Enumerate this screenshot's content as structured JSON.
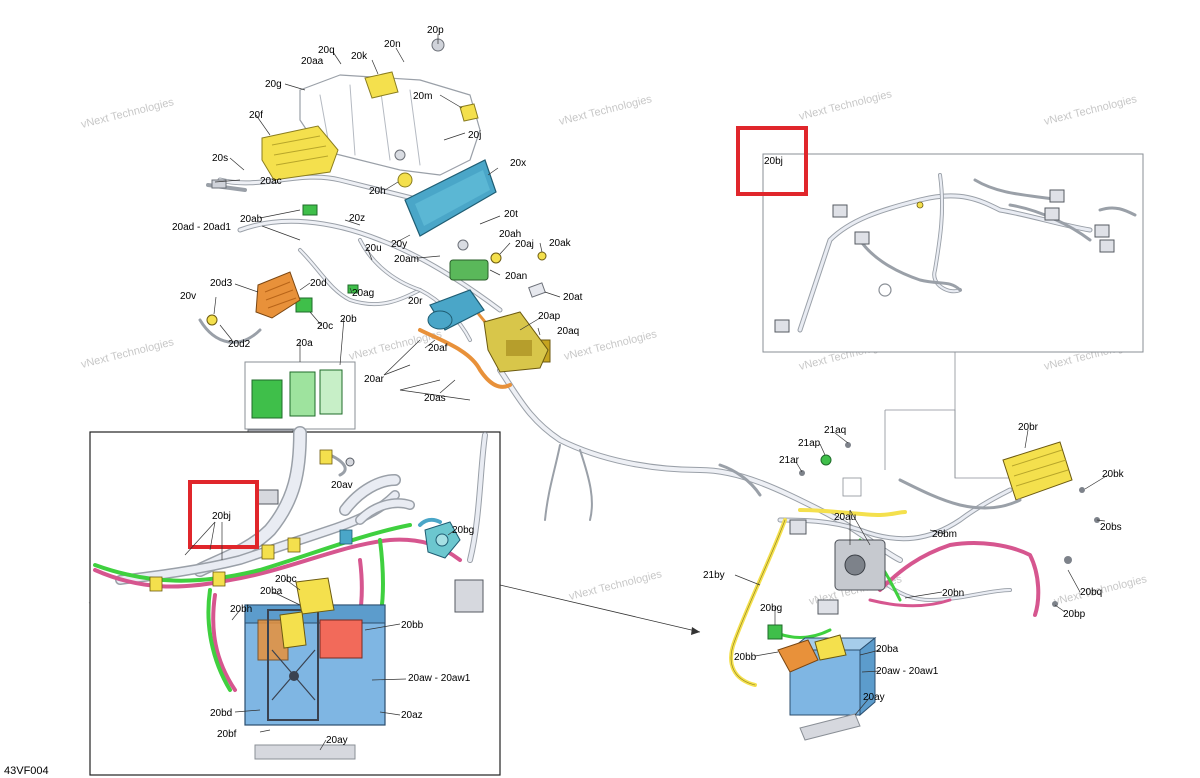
{
  "diagram_code": "43VF004",
  "watermark": "vNext Technologies",
  "colors": {
    "harness_outline": "#9aa0a8",
    "harness_fill": "#e9ecf3",
    "yellow": "#f4e04d",
    "orange": "#e8913a",
    "green": "#3fd03f",
    "pink": "#d6568f",
    "blue": "#4aa6c8",
    "cyan": "#6cc7cf",
    "red_box": "#e0262b",
    "battery": "#7fb6e3",
    "battery_top": "#f26a5a"
  },
  "labels": {
    "l_20p": "20p",
    "l_20q": "20q",
    "l_20n": "20n",
    "l_20aa": "20aa",
    "l_20k": "20k",
    "l_20g": "20g",
    "l_20m": "20m",
    "l_20f": "20f",
    "l_20j": "20j",
    "l_20s": "20s",
    "l_20ac": "20ac",
    "l_20h": "20h",
    "l_20x": "20x",
    "l_20t": "20t",
    "l_20ab": "20ab",
    "l_20z": "20z",
    "l_20ah": "20ah",
    "l_20ad": "20ad - 20ad1",
    "l_20u": "20u",
    "l_20y": "20y",
    "l_20aj": "20aj",
    "l_20ak": "20ak",
    "l_20am": "20am",
    "l_20an": "20an",
    "l_20d3": "20d3",
    "l_20d": "20d",
    "l_20ag": "20ag",
    "l_20r": "20r",
    "l_20at": "20at",
    "l_20v": "20v",
    "l_20c": "20c",
    "l_20b": "20b",
    "l_20ap": "20ap",
    "l_20aq": "20aq",
    "l_20d2": "20d2",
    "l_20a": "20a",
    "l_20af": "20af",
    "l_20ar": "20ar",
    "l_20as": "20as",
    "l_20av": "20av",
    "l_20bj_inset": "20bj",
    "l_20bg_inset": "20bg",
    "l_20bc": "20bc",
    "l_20ba_inset": "20ba",
    "l_20bh": "20bh",
    "l_20bb_inset": "20bb",
    "l_20aw_inset": "20aw - 20aw1",
    "l_20bd": "20bd",
    "l_20az": "20az",
    "l_20bf": "20bf",
    "l_20ay_inset": "20ay",
    "l_20bj_top": "20bj",
    "l_21aq": "21aq",
    "l_21ap": "21ap",
    "l_21ar": "21ar",
    "l_20au": "20au",
    "l_20br": "20br",
    "l_20bk": "20bk",
    "l_20bs": "20bs",
    "l_20bm": "20bm",
    "l_21by": "21by",
    "l_20bn": "20bn",
    "l_20bq": "20bq",
    "l_20bp": "20bp",
    "l_20bg": "20bg",
    "l_20bb": "20bb",
    "l_20ba": "20ba",
    "l_20aw": "20aw - 20aw1",
    "l_20ay": "20ay"
  }
}
